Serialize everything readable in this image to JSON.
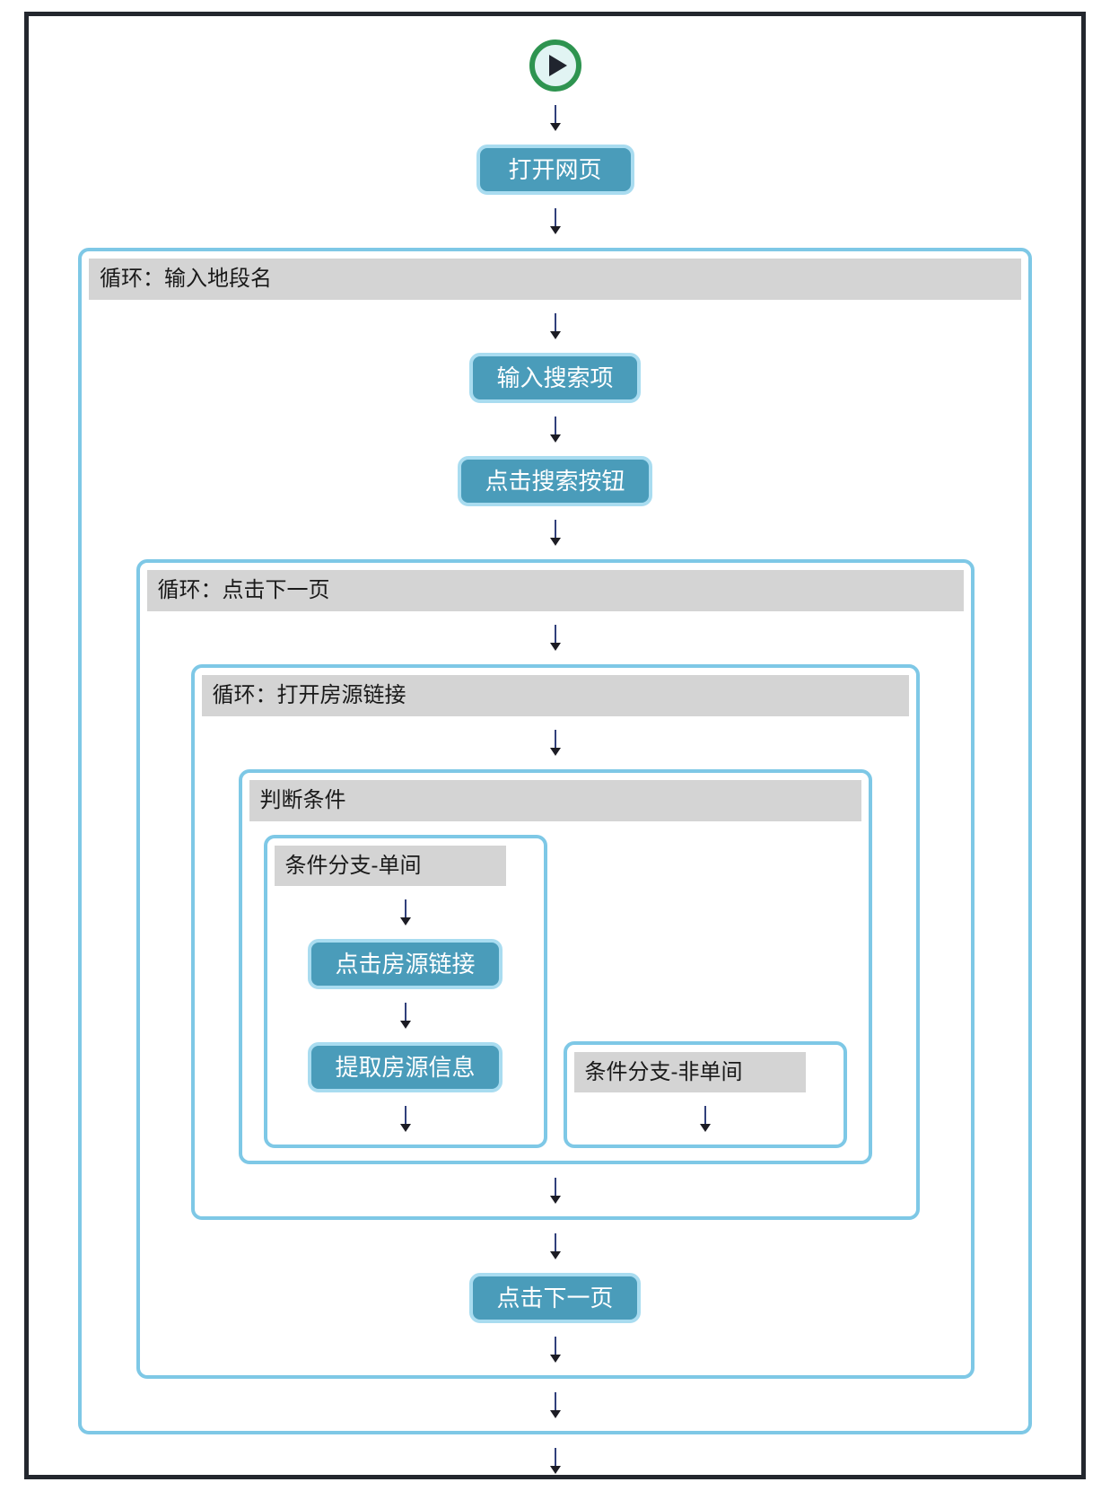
{
  "labels": {
    "open_web": "打开网页",
    "loop_input_area": "循环：输入地段名",
    "input_search": "输入搜索项",
    "click_search": "点击搜索按钮",
    "loop_next_page": "循环：点击下一页",
    "loop_open_listing": "循环：打开房源链接",
    "condition": "判断条件",
    "branch_single": "条件分支-单间",
    "click_listing": "点击房源链接",
    "extract_listing": "提取房源信息",
    "branch_not_single": "条件分支-非单间",
    "click_next": "点击下一页"
  },
  "icons": {
    "start": "start-play-icon",
    "stop": "stop-icon"
  },
  "colors": {
    "container_border": "#7ec8e6",
    "header_bg": "#d4d4d4",
    "header_text": "#1a1a1a",
    "button_bg": "#4a9cba",
    "button_border": "#a9dcf0",
    "button_text": "#ffffff",
    "arrow": "#31407b",
    "arrow_head": "#1c1c24",
    "start_ring": "#2e9450",
    "icon_fill": "#e1f4f3",
    "stop_ring": "#101010",
    "frame_border": "#23272e"
  }
}
